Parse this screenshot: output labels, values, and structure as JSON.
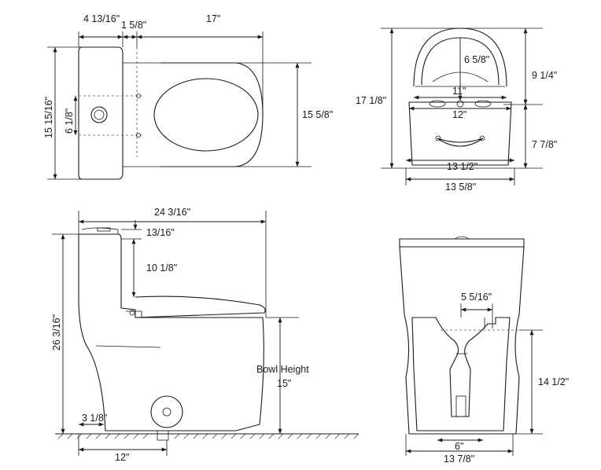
{
  "top_view": {
    "dim_tank_depth": "4 13/16\"",
    "dim_offset": "1 5/8\"",
    "dim_length": "17\"",
    "dim_width_outer": "15 15/16\"",
    "dim_flush": "6 1/8\"",
    "dim_bowl_width": "15 5/8\""
  },
  "rear_view": {
    "dim_radius": "6 5/8\"",
    "dim_total_h": "17 1/8\"",
    "dim_upper_h": "9 1/4\"",
    "dim_lower_h": "7 7/8\"",
    "dim_bolt_a": "11\"",
    "dim_bolt_b": "12\"",
    "dim_base_inner": "13 1/2\"",
    "dim_base_outer": "13 5/8\""
  },
  "side_view": {
    "dim_total_length": "24 3/16\"",
    "dim_tank_top": "13/16\"",
    "dim_tank_drop": "10 1/8\"",
    "dim_height": "26 3/16\"",
    "bowl_height_label": "Bowl Height",
    "bowl_height_value": "15\"",
    "dim_rear_gap": "3 1/8\"",
    "dim_rough_in": "12\""
  },
  "front_view": {
    "dim_top_outlet": "5 5/16\"",
    "dim_outlet_h": "14 1/2\"",
    "dim_trap": "6\"",
    "dim_base": "13 7/8\""
  }
}
